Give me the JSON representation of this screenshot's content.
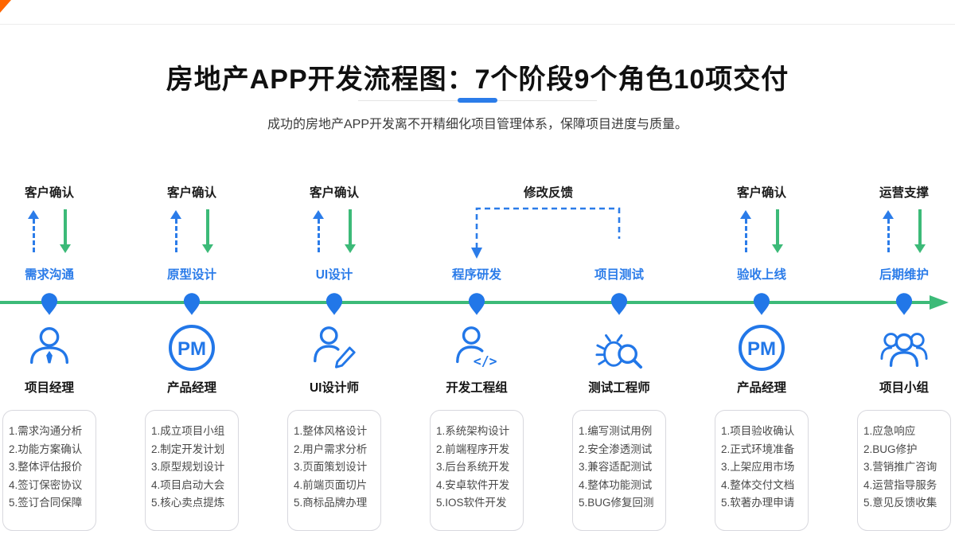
{
  "header": {
    "title": "房地产APP开发流程图：7个阶段9个角色10项交付",
    "subtitle": "成功的房地产APP开发离不开精细化项目管理体系，保障项目进度与质量。"
  },
  "feedback": {
    "label": "修改反馈"
  },
  "pm_badge_text": "PM",
  "dev_code_text": "</>",
  "stages": [
    {
      "top_label": "客户确认",
      "stage_label": "需求沟通",
      "icon": "manager-person-icon",
      "role": "项目经理",
      "deliverables": [
        "1.需求沟通分析",
        "2.功能方案确认",
        "3.整体评估报价",
        "4.签订保密协议",
        "5.签订合同保障"
      ]
    },
    {
      "top_label": "客户确认",
      "stage_label": "原型设计",
      "icon": "pm-badge-icon",
      "role": "产品经理",
      "deliverables": [
        "1.成立项目小组",
        "2.制定开发计划",
        "3.原型规划设计",
        "4.项目启动大会",
        "5.核心卖点提炼"
      ]
    },
    {
      "top_label": "客户确认",
      "stage_label": "UI设计",
      "icon": "designer-pencil-icon",
      "role": "UI设计师",
      "deliverables": [
        "1.整体风格设计",
        "2.用户需求分析",
        "3.页面策划设计",
        "4.前端页面切片",
        "5.商标品牌办理"
      ]
    },
    {
      "stage_label": "程序研发",
      "icon": "developer-code-icon",
      "role": "开发工程组",
      "deliverables": [
        "1.系统架构设计",
        "2.前端程序开发",
        "3.后台系统开发",
        "4.安卓软件开发",
        "5.IOS软件开发"
      ]
    },
    {
      "stage_label": "项目测试",
      "icon": "tester-bug-icon",
      "role": "测试工程师",
      "deliverables": [
        "1.编写测试用例",
        "2.安全渗透测试",
        "3.兼容适配测试",
        "4.整体功能测试",
        "5.BUG修复回测"
      ]
    },
    {
      "top_label": "客户确认",
      "stage_label": "验收上线",
      "icon": "pm-badge-icon",
      "role": "产品经理",
      "deliverables": [
        "1.项目验收确认",
        "2.正式环境准备",
        "3.上架应用市场",
        "4.整体交付文档",
        "5.软著办理申请"
      ]
    },
    {
      "top_label": "运营支撑",
      "stage_label": "后期维护",
      "icon": "team-group-icon",
      "role": "项目小组",
      "deliverables": [
        "1.应急响应",
        "2.BUG修护",
        "3.营销推广咨询",
        "4.运营指导服务",
        "5.意见反馈收集"
      ]
    }
  ],
  "colors": {
    "accent_blue": "#2277e8",
    "label_blue": "#2b7ce9",
    "timeline_green": "#3cba78",
    "title_black": "#101010",
    "card_border": "#d8d8de",
    "card_text": "#4a4a4a"
  }
}
